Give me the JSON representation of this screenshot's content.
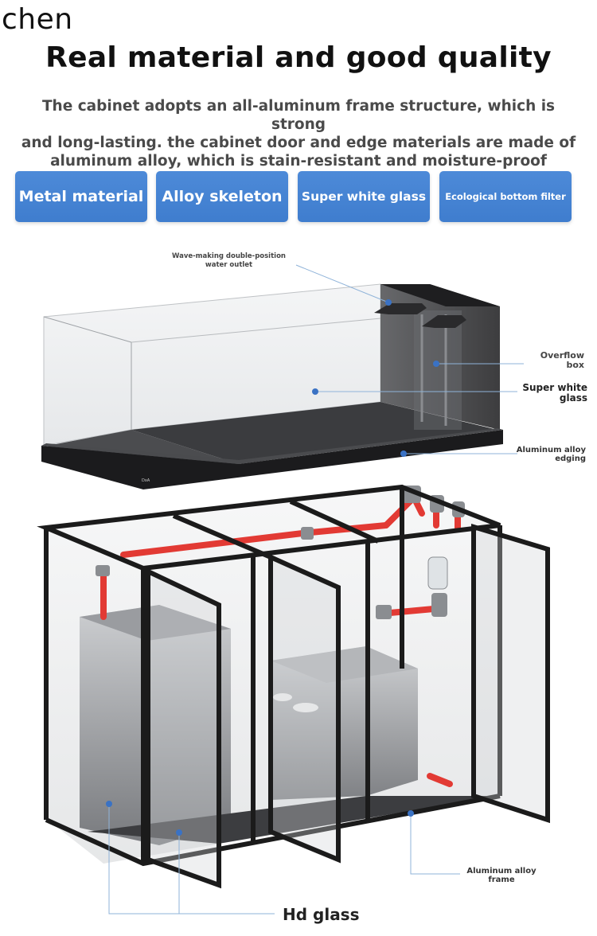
{
  "watermark": "chen",
  "header": {
    "title": "Real material and good quality",
    "description_lines": [
      "The cabinet adopts an all-aluminum frame structure, which is strong",
      "and long-lasting. the cabinet door and edge materials are made of",
      "aluminum alloy, which is stain-resistant and moisture-proof"
    ]
  },
  "features": [
    "Metal material",
    "Alloy skeleton",
    "Super white glass",
    "Ecological bottom filter"
  ],
  "callouts": {
    "wave_making": [
      "Wave-making double-position",
      "water outlet"
    ],
    "overflow_box": [
      "Overflow",
      "box"
    ],
    "super_white_glass": [
      "Super white",
      "glass"
    ],
    "aluminum_edging": [
      "Aluminum alloy",
      "edging"
    ],
    "aluminum_frame": [
      "Aluminum alloy",
      "frame"
    ],
    "hd_glass": "Hd glass"
  },
  "product": {
    "tank_badge": "DxA"
  },
  "colors": {
    "feature_button": "#4684d3",
    "frame": "#1b1b1b",
    "pipe": "#e23a34",
    "callout_line": "#8fb3d9",
    "callout_dot": "#3a72c4"
  }
}
